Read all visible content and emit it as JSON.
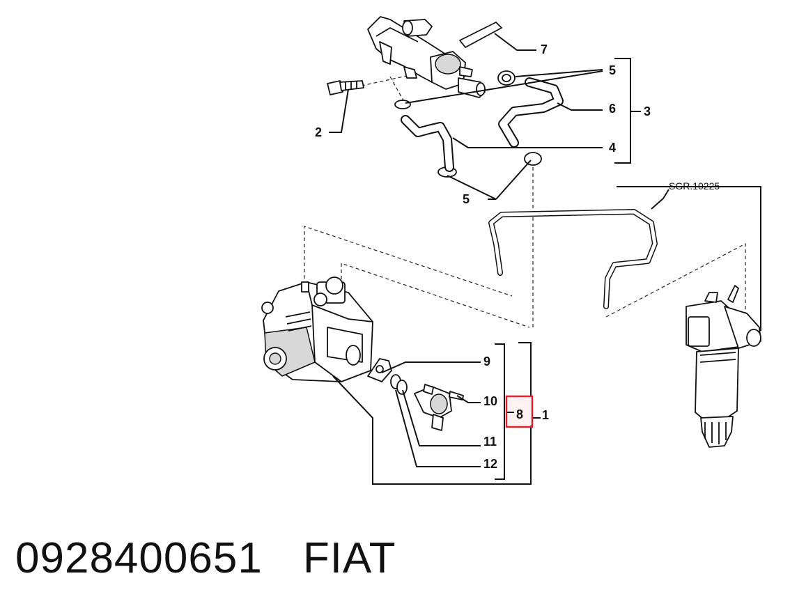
{
  "diagram": {
    "reference_label": "SGR.10225",
    "highlight_color": "#d9232e",
    "callouts": [
      {
        "id": "c7",
        "label": "7"
      },
      {
        "id": "c5a",
        "label": "5"
      },
      {
        "id": "c6",
        "label": "6"
      },
      {
        "id": "c3",
        "label": "3"
      },
      {
        "id": "c2",
        "label": "2"
      },
      {
        "id": "c4",
        "label": "4"
      },
      {
        "id": "c5b",
        "label": "5"
      },
      {
        "id": "c9",
        "label": "9"
      },
      {
        "id": "c10",
        "label": "10"
      },
      {
        "id": "c8",
        "label": "8"
      },
      {
        "id": "c1",
        "label": "1"
      },
      {
        "id": "c11",
        "label": "11"
      },
      {
        "id": "c12",
        "label": "12"
      }
    ]
  },
  "footer": {
    "part_number": "0928400651",
    "brand": "FIAT"
  }
}
